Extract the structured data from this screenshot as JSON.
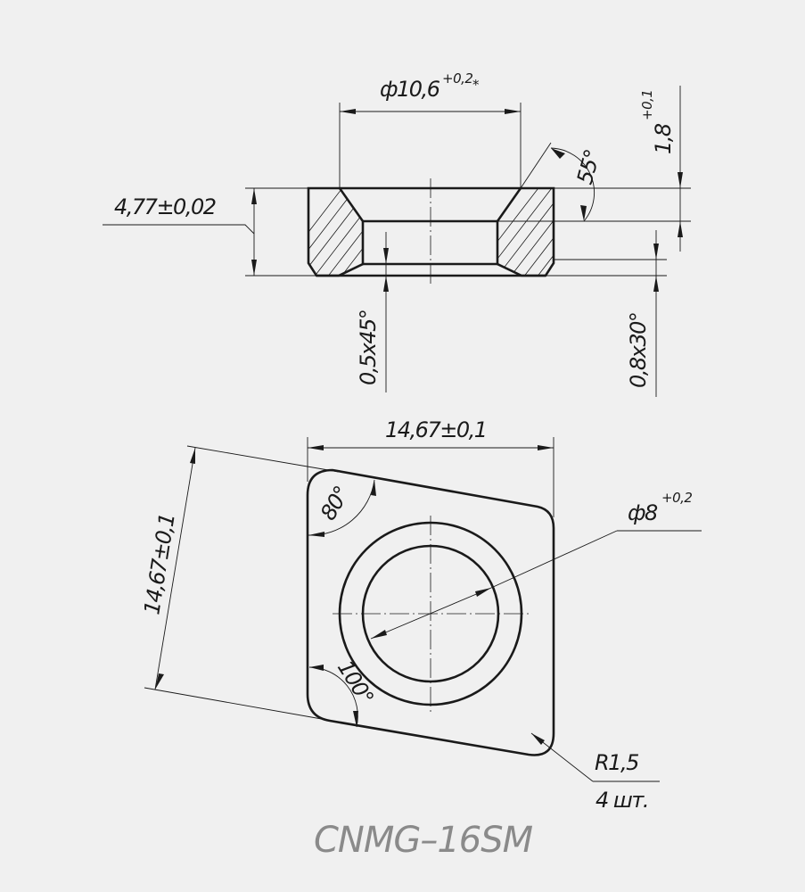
{
  "section_view": {
    "bore_dimension": "ф10,6",
    "bore_tolerance": "+0,2",
    "bore_mark": "*",
    "height_dimension": "4,77±0,02",
    "chamfer_angle": "55°",
    "shoulder_dimension": "1,8",
    "shoulder_tolerance": "+0,1",
    "bottom_chamfer_left": "0,5х45°",
    "bottom_chamfer_right": "0,8х30°"
  },
  "plan_view": {
    "width_dimension": "14,67±0,1",
    "side_dimension": "14,67±0,1",
    "acute_angle": "80°",
    "obtuse_angle": "100°",
    "hole_dimension": "ф8",
    "hole_tolerance": "+0,2",
    "corner_radius": "R1,5",
    "quantity": "4 шт."
  },
  "title": "CNMG–16SM"
}
